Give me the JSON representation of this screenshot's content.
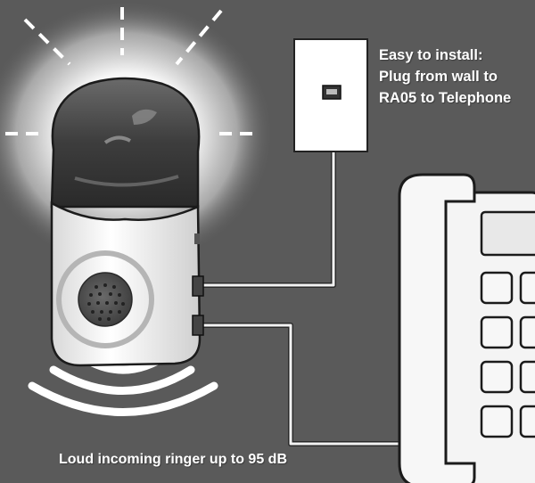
{
  "install_caption": {
    "line1": "Easy to install:",
    "line2": "Plug from wall to",
    "line3": "RA05 to Telephone"
  },
  "ringer_caption": "Loud incoming ringer up to 95 dB",
  "colors": {
    "background": "#5a5a5a",
    "glow": "#ffffff",
    "device_top": "#3a3a3a",
    "device_body": "#f2f2f2",
    "cable": "#f2f2f2",
    "phone_body": "#f4f4f4"
  },
  "icons": {
    "device": "flashing-ringer-device",
    "wall_jack": "phone-wall-jack",
    "telephone": "desk-telephone",
    "sound_waves": "sound-wave-arcs",
    "light_rays": "light-ray-dashes"
  }
}
